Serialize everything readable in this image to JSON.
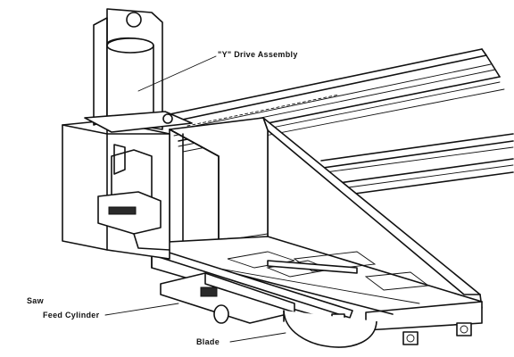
{
  "labels": {
    "y_drive": "\"Y\" Drive Assembly",
    "saw_feed_line1": "Saw",
    "saw_feed_line2": "Feed Cylinder",
    "blade": "Blade"
  }
}
